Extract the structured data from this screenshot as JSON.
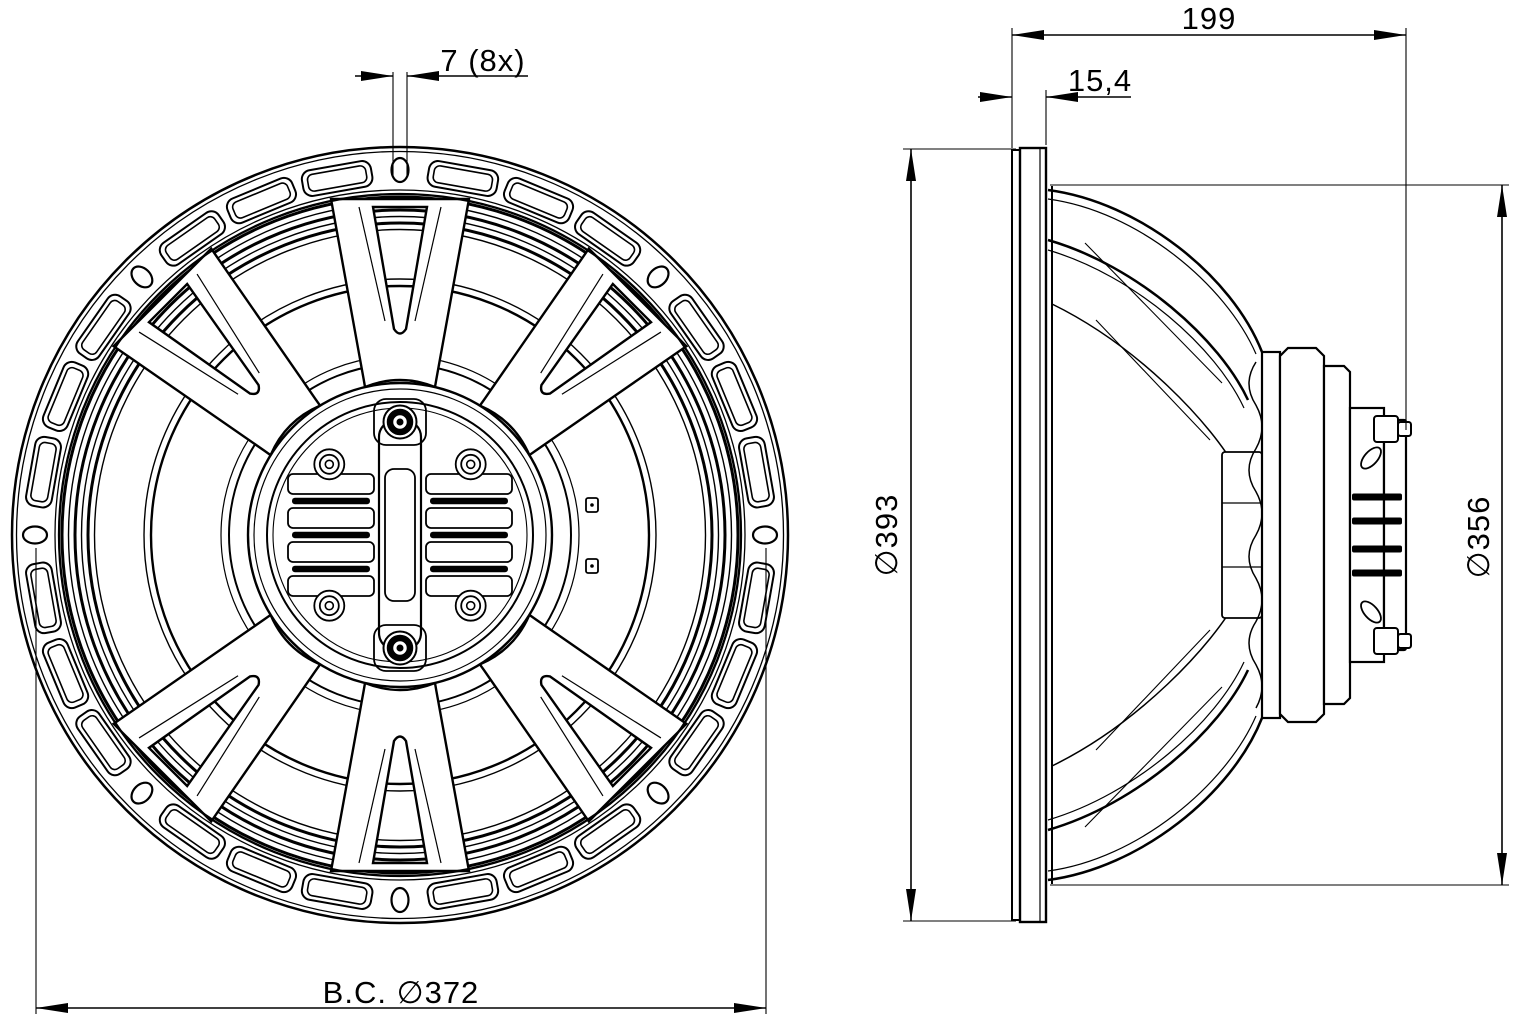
{
  "drawing": {
    "type": "loudspeaker-technical-drawing",
    "colors": {
      "line": "#000000",
      "background": "#ffffff"
    },
    "front_view": {
      "bolt_hole_dim": "7 (8x)",
      "bolt_circle_dim": "B.C. ∅372"
    },
    "side_view": {
      "depth_dim": "199",
      "front_offset_dim": "15,4",
      "overall_diameter_dim": "∅393",
      "basket_diameter_dim": "∅356"
    }
  }
}
